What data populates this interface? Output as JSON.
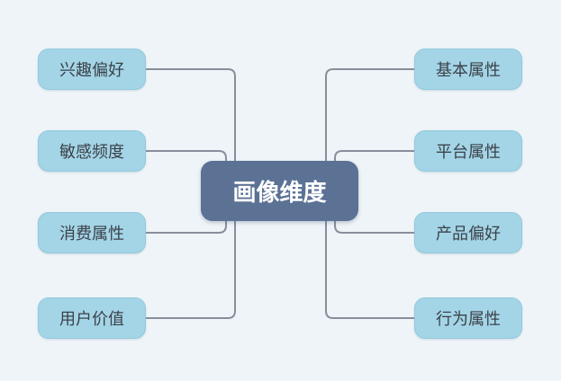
{
  "diagram": {
    "type": "mindmap",
    "central": {
      "label": "画像维度"
    },
    "left_nodes": [
      {
        "label": "兴趣偏好"
      },
      {
        "label": "敏感频度"
      },
      {
        "label": "消费属性"
      },
      {
        "label": "用户价值"
      }
    ],
    "right_nodes": [
      {
        "label": "基本属性"
      },
      {
        "label": "平台属性"
      },
      {
        "label": "产品偏好"
      },
      {
        "label": "行为属性"
      }
    ],
    "colors": {
      "background": "#eff4f8",
      "child_node_fill": "#a3d5e7",
      "child_node_border": "#93c9dc",
      "central_node_fill": "#5b7295",
      "central_text": "#ffffff",
      "child_text": "#3c4148",
      "connector": "#878e9b"
    }
  }
}
